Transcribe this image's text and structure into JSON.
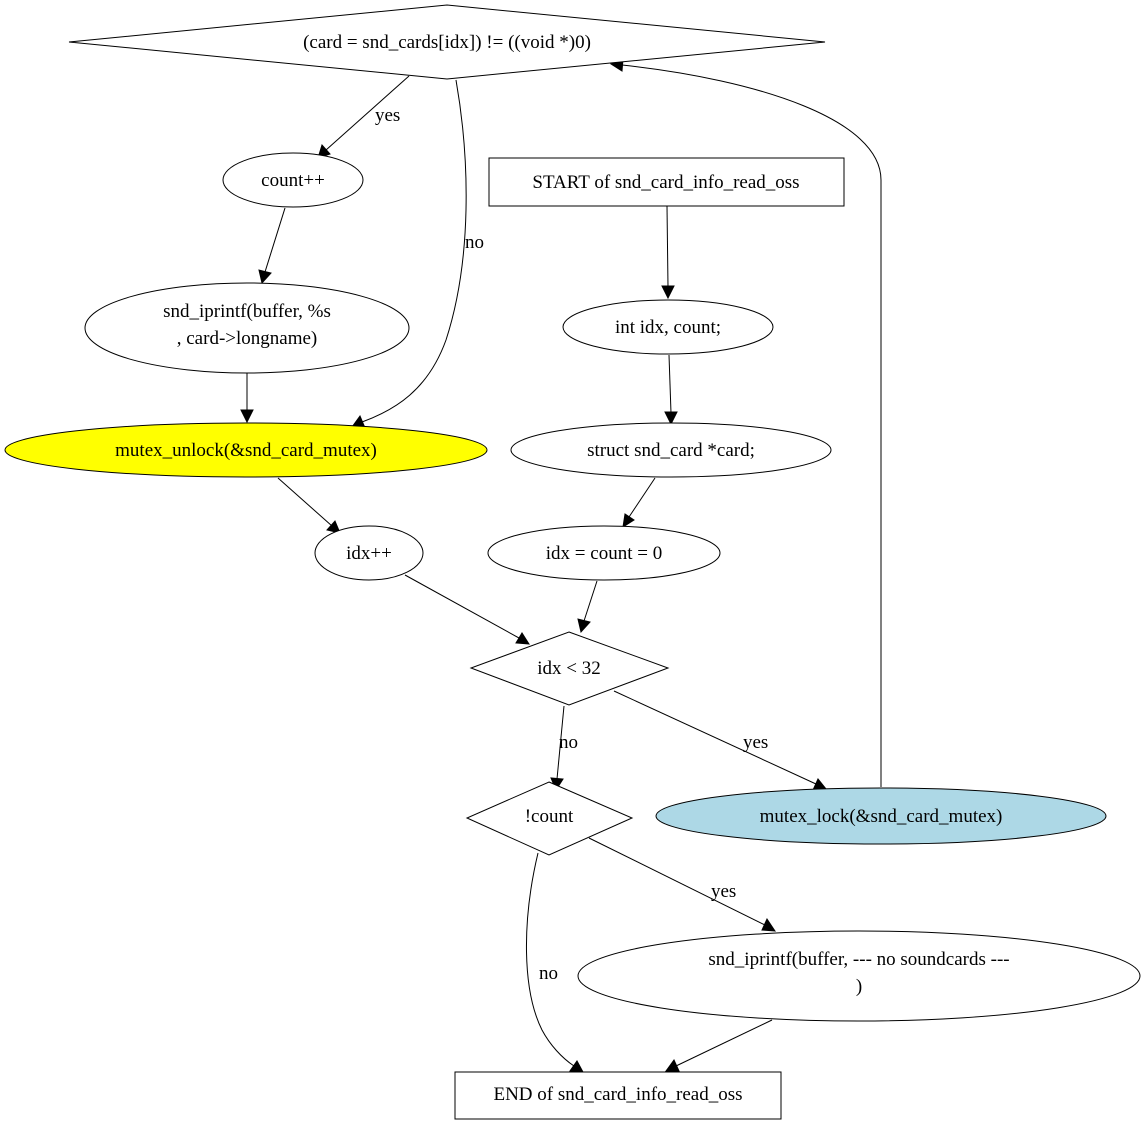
{
  "colors": {
    "highlight_unlock": "#ffff00",
    "highlight_lock": "#add8e6",
    "stroke": "#000000",
    "background": "#ffffff"
  },
  "nodes": {
    "loop_cond": [
      "(card = snd_cards[idx]) != ((void *)0)"
    ],
    "count_inc": [
      "count++"
    ],
    "iprintf_longname": [
      "snd_iprintf(buffer, %s",
      ", card->longname)"
    ],
    "mutex_unlock": [
      "mutex_unlock(&snd_card_mutex)"
    ],
    "idx_inc": [
      "idx++"
    ],
    "start": [
      "START of snd_card_info_read_oss"
    ],
    "decl_idx_count": [
      "int idx, count;"
    ],
    "decl_card": [
      "struct snd_card *card;"
    ],
    "init_idx_count": [
      "idx = count = 0"
    ],
    "idx_lt_32": [
      "idx < 32"
    ],
    "mutex_lock": [
      "mutex_lock(&snd_card_mutex)"
    ],
    "not_count": [
      "!count"
    ],
    "iprintf_none": [
      "snd_iprintf(buffer, --- no soundcards ---",
      ")"
    ],
    "end": [
      "END of snd_card_info_read_oss"
    ]
  },
  "edge_labels": {
    "loop_cond_yes": "yes",
    "loop_cond_no": "no",
    "idx_lt_32_no": "no",
    "idx_lt_32_yes": "yes",
    "not_count_yes": "yes",
    "not_count_no": "no"
  }
}
